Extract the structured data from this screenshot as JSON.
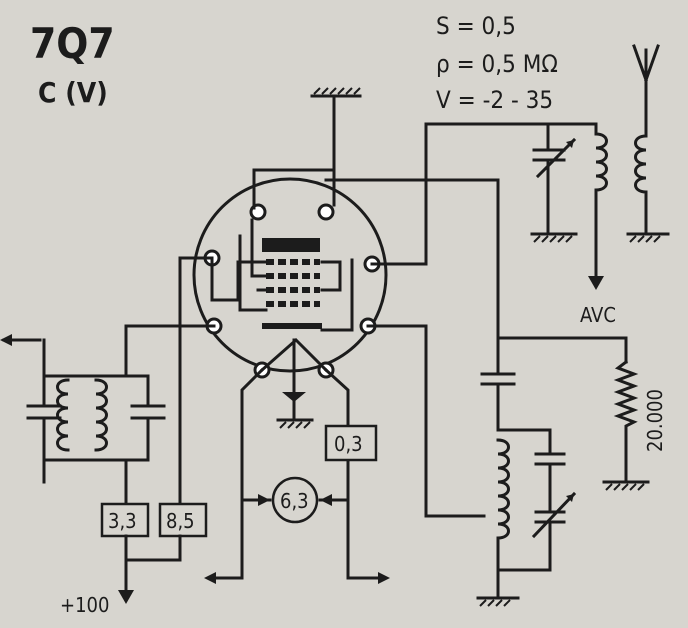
{
  "tube": {
    "type": "7Q7",
    "class": "C (V)"
  },
  "params": {
    "s": "S = 0,5",
    "rho": "ρ = 0,5 MΩ",
    "v": "V = -2 - 35"
  },
  "labels": {
    "avc": "AVC",
    "resistor": "20.000",
    "supply": "+100",
    "heater_voltage": "6,3",
    "heater_current": "0,3",
    "r1": "3,3",
    "r2": "8,5"
  }
}
